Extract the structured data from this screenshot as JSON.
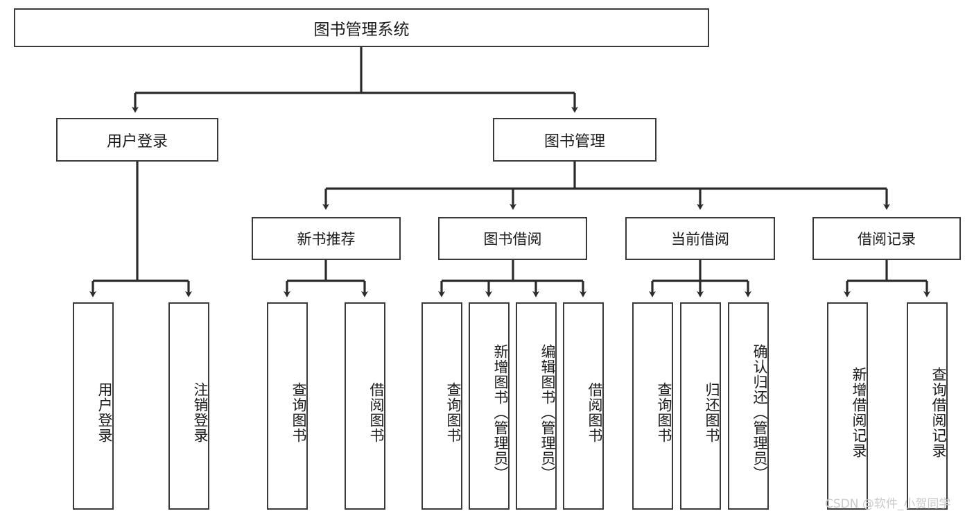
{
  "diagram": {
    "title_box": {
      "label": "图书管理系统"
    },
    "level2": [
      {
        "id": "user-login",
        "label": "用户登录"
      },
      {
        "id": "book-management",
        "label": "图书管理"
      }
    ],
    "level3": [
      {
        "id": "new-book-recommend",
        "label": "新书推荐"
      },
      {
        "id": "book-borrow",
        "label": "图书借阅"
      },
      {
        "id": "current-borrow",
        "label": "当前借阅"
      },
      {
        "id": "borrow-record",
        "label": "借阅记录"
      }
    ],
    "leaves": {
      "user_login": [
        {
          "id": "leaf-user-login",
          "label": "用户登录"
        },
        {
          "id": "leaf-logout-login",
          "label": "注销登录"
        }
      ],
      "new_book_recommend": [
        {
          "id": "leaf-query-book-1",
          "label": "查询图书"
        },
        {
          "id": "leaf-borrow-book-1",
          "label": "借阅图书"
        }
      ],
      "book_borrow": [
        {
          "id": "leaf-query-book-2",
          "label": "查询图书"
        },
        {
          "id": "leaf-add-book",
          "label": "新增图书（管理员）"
        },
        {
          "id": "leaf-edit-book",
          "label": "编辑图书（管理员）"
        },
        {
          "id": "leaf-borrow-book-2",
          "label": "借阅图书"
        }
      ],
      "current_borrow": [
        {
          "id": "leaf-query-book-3",
          "label": "查询图书"
        },
        {
          "id": "leaf-return-book",
          "label": "归还图书"
        },
        {
          "id": "leaf-confirm-return",
          "label": "确认归还（管理员）"
        }
      ],
      "borrow_record": [
        {
          "id": "leaf-add-record",
          "label": "新增借阅记录"
        },
        {
          "id": "leaf-query-record",
          "label": "查询借阅记录"
        }
      ]
    }
  },
  "watermark": {
    "text": "CSDN @软件_小贺同学"
  },
  "colors": {
    "box_border": "#3a3a3a",
    "line": "#2b2b2b",
    "text": "#1b1b1b",
    "background": "#ffffff",
    "watermark": "#c9c9c9"
  }
}
